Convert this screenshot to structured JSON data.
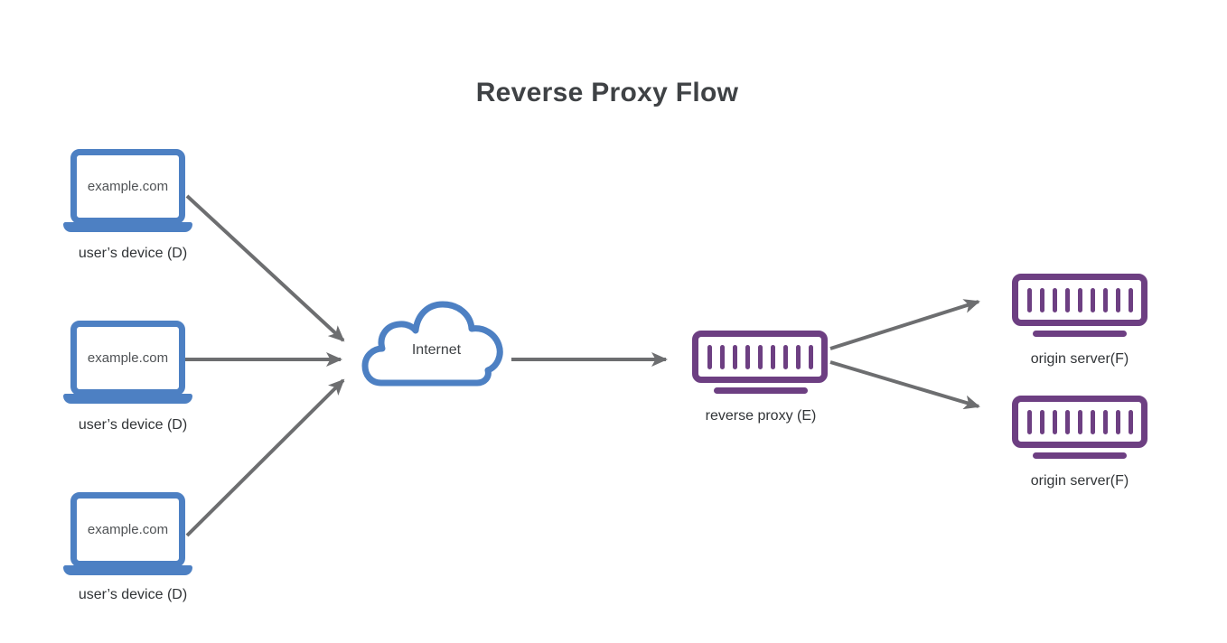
{
  "title": "Reverse Proxy Flow",
  "nodes": {
    "devices": [
      {
        "icon": "laptop-icon",
        "screen_label": "example.com",
        "caption": "user’s device (D)"
      },
      {
        "icon": "laptop-icon",
        "screen_label": "example.com",
        "caption": "user’s device (D)"
      },
      {
        "icon": "laptop-icon",
        "screen_label": "example.com",
        "caption": "user’s device (D)"
      }
    ],
    "internet": {
      "icon": "cloud-icon",
      "label": "Internet"
    },
    "reverse_proxy": {
      "icon": "server-icon",
      "caption": "reverse proxy (E)"
    },
    "origin_servers": [
      {
        "icon": "server-icon",
        "caption": "origin server(F)"
      },
      {
        "icon": "server-icon",
        "caption": "origin server(F)"
      }
    ]
  },
  "connections": [
    {
      "from": "user-device-1",
      "to": "internet"
    },
    {
      "from": "user-device-2",
      "to": "internet"
    },
    {
      "from": "user-device-3",
      "to": "internet"
    },
    {
      "from": "internet",
      "to": "reverse-proxy"
    },
    {
      "from": "reverse-proxy",
      "to": "origin-server-1"
    },
    {
      "from": "reverse-proxy",
      "to": "origin-server-2"
    }
  ],
  "colors": {
    "device_blue": "#4d80c3",
    "server_purple": "#6d3f82",
    "arrow_gray": "#6d6e70",
    "title_text": "#3f4245",
    "label_text": "#313437"
  }
}
